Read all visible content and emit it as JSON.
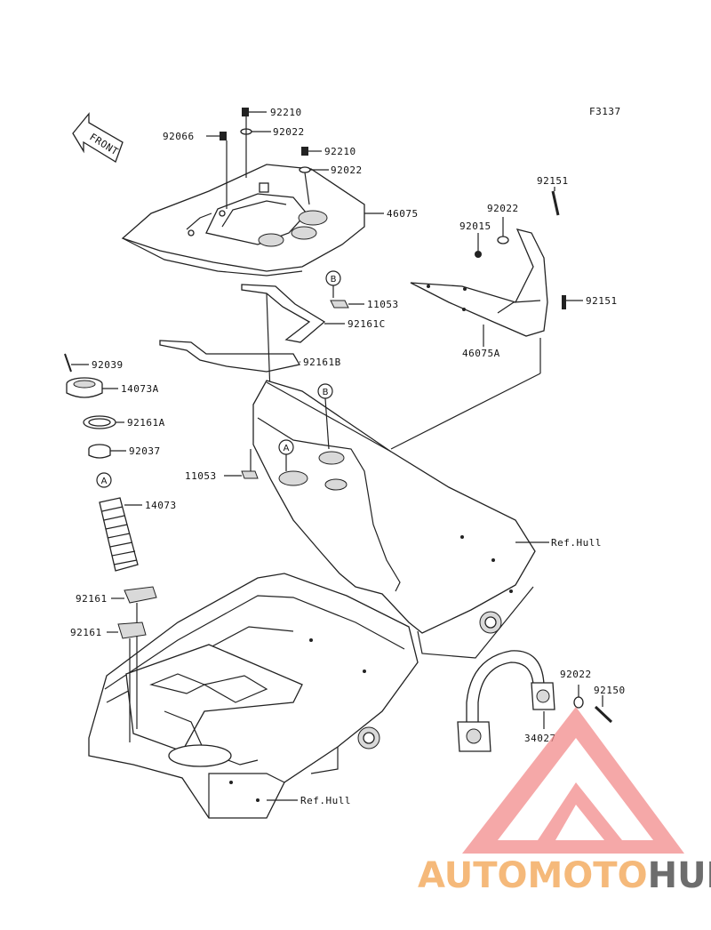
{
  "diagram_code": "F3137",
  "front_label": "FRONT",
  "callouts": [
    {
      "id": "A-ring",
      "text": "A"
    },
    {
      "id": "B-ring",
      "text": "B"
    }
  ],
  "labels": {
    "p92210a": "92210",
    "p92066": "92066",
    "p92022a": "92022",
    "p92210b": "92210",
    "p92022b": "92022",
    "p46075": "46075",
    "p92151a": "92151",
    "p92022c": "92022",
    "p92015": "92015",
    "p92151b": "92151",
    "p46075A": "46075A",
    "p11053a": "11053",
    "p92161C": "92161C",
    "p92161B": "92161B",
    "p92039": "92039",
    "p14073A": "14073A",
    "p92161A": "92161A",
    "p92037": "92037",
    "p11053b": "11053",
    "p14073": "14073",
    "refhull1": "Ref.Hull",
    "p92161a": "92161",
    "p92161b": "92161",
    "p92022d": "92022",
    "p92150": "92150",
    "p34027": "34027",
    "refhull2": "Ref.Hull"
  },
  "watermark": {
    "part1": "AUTOMOTO",
    "part2": "HUB",
    "color1": "#f5b97a",
    "color2": "#6d6d6d",
    "triangle_color": "#f28b8b"
  }
}
